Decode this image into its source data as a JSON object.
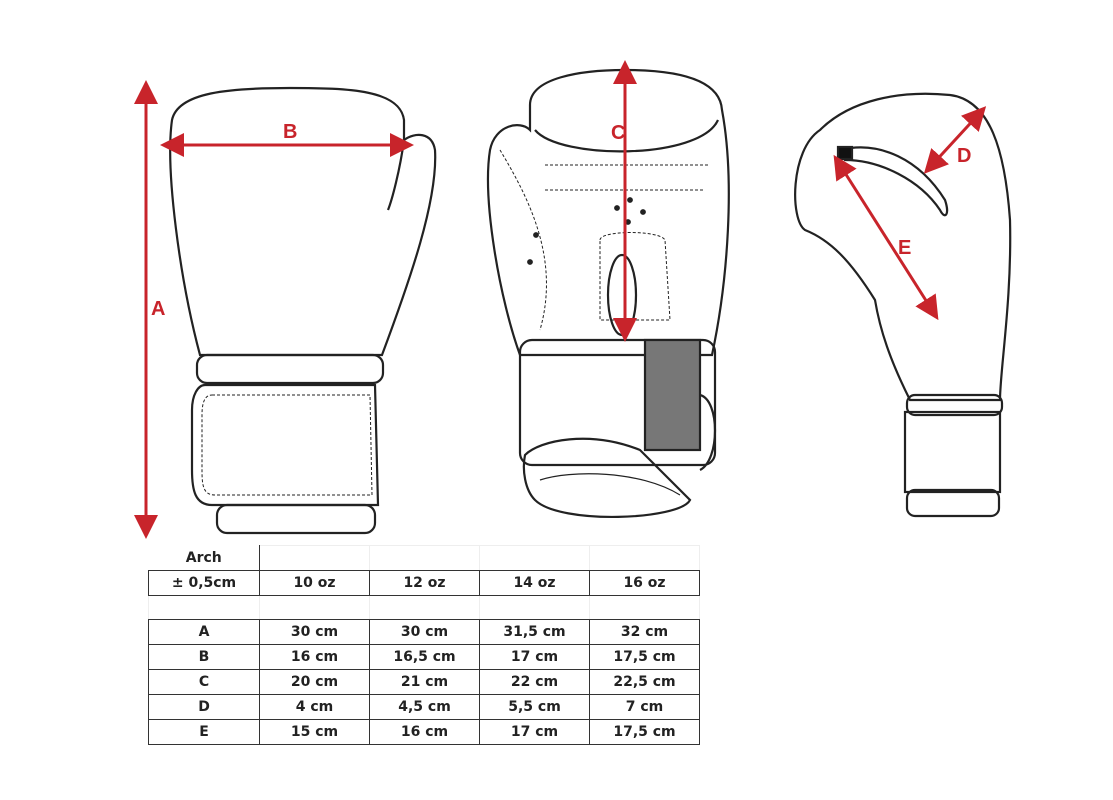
{
  "diagram": {
    "labels": {
      "A": "A",
      "B": "B",
      "C": "C",
      "D": "D",
      "E": "E"
    },
    "arrow_color": "#c8242b"
  },
  "table": {
    "header_top": "Arch",
    "header_tolerance": "± 0,5cm",
    "sizes": [
      "10 oz",
      "12 oz",
      "14 oz",
      "16 oz"
    ],
    "rows": [
      {
        "label": "A",
        "values": [
          "30 cm",
          "30 cm",
          "31,5 cm",
          "32 cm"
        ]
      },
      {
        "label": "B",
        "values": [
          "16 cm",
          "16,5 cm",
          "17 cm",
          "17,5 cm"
        ]
      },
      {
        "label": "C",
        "values": [
          "20 cm",
          "21 cm",
          "22 cm",
          "22,5 cm"
        ]
      },
      {
        "label": "D",
        "values": [
          "4 cm",
          "4,5 cm",
          "5,5 cm",
          "7 cm"
        ]
      },
      {
        "label": "E",
        "values": [
          "15 cm",
          "16 cm",
          "17 cm",
          "17,5 cm"
        ]
      }
    ]
  }
}
